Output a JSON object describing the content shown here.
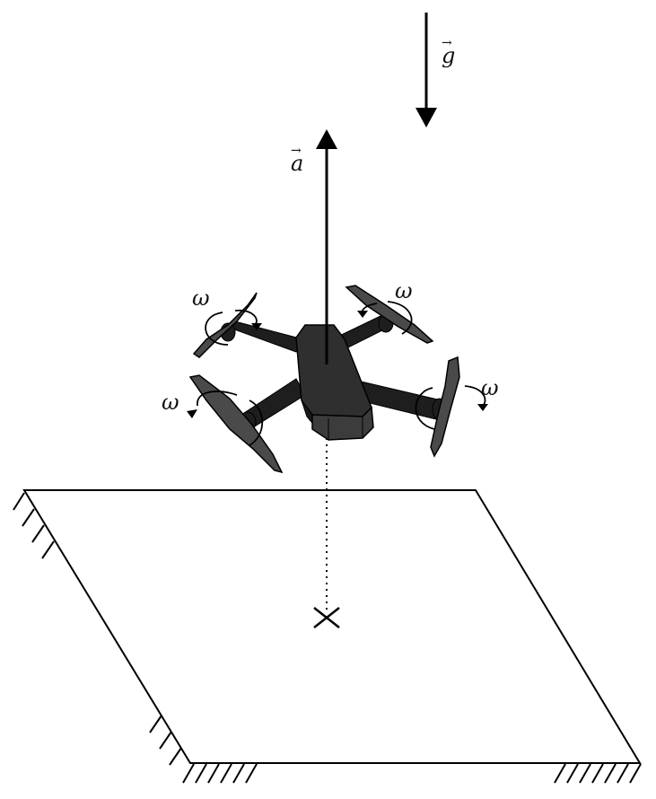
{
  "labels": {
    "gravity": "g",
    "acceleration": "a",
    "omega_top_left": "ω",
    "omega_top_right": "ω",
    "omega_bottom_left": "ω",
    "omega_bottom_right": "ω"
  },
  "vector_marker": "→",
  "colors": {
    "line": "#000000",
    "body": "#2b2b2b",
    "body_dark": "#1a1a1a",
    "body_light": "#3c3c3c",
    "propeller": "#4a4a4a",
    "background": "#ffffff"
  }
}
